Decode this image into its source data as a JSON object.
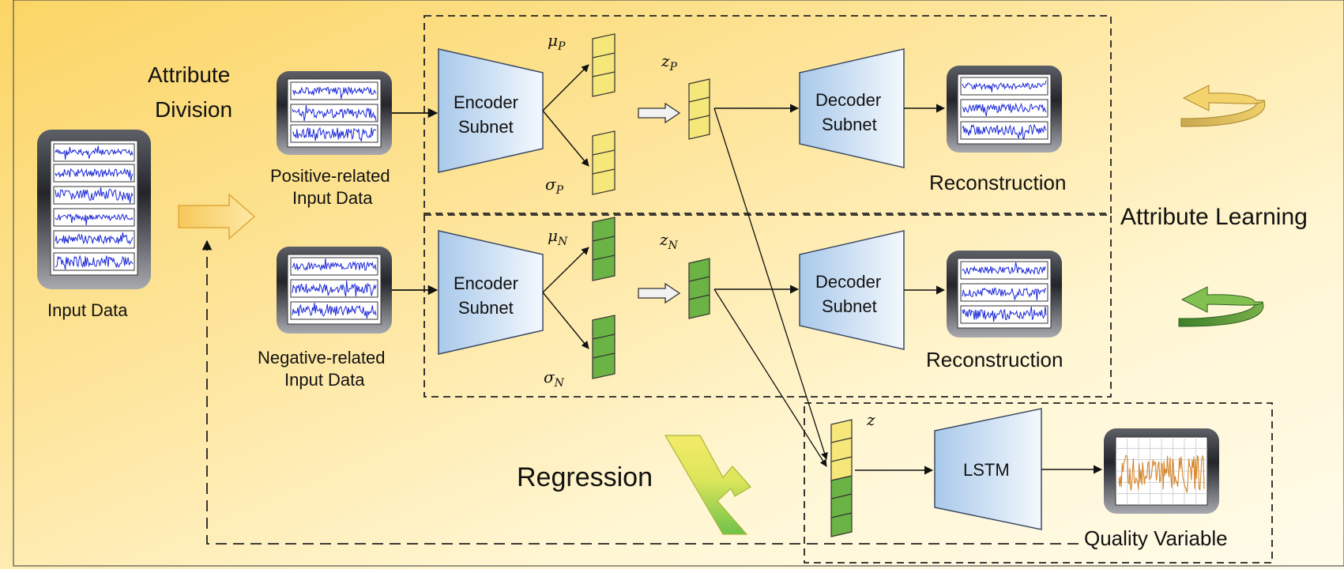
{
  "labels": {
    "attribute_division_line1": "Attribute",
    "attribute_division_line2": "Division",
    "input_data": "Input Data",
    "positive_line1": "Positive-related",
    "positive_line2": "Input Data",
    "negative_line1": "Negative-related",
    "negative_line2": "Input Data",
    "encoder_line1": "Encoder",
    "encoder_line2": "Subnet",
    "decoder_line1": "Decoder",
    "decoder_line2": "Subnet",
    "reconstruction": "Reconstruction",
    "attribute_learning": "Attribute Learning",
    "regression": "Regression",
    "lstm": "LSTM",
    "quality_variable": "Quality Variable"
  },
  "math": {
    "mu": "μ",
    "sigma": "σ",
    "z": "z",
    "sub_p": "P",
    "sub_n": "N"
  },
  "colors": {
    "background_yellow": "#fbd565",
    "background_light": "#fffbe9",
    "latent_yellow": "#f6e77a",
    "latent_green": "#6ab344",
    "subnet_blue": "#b9d5ee",
    "signal_blue": "#1b28d6",
    "signal_orange": "#d5862a"
  }
}
